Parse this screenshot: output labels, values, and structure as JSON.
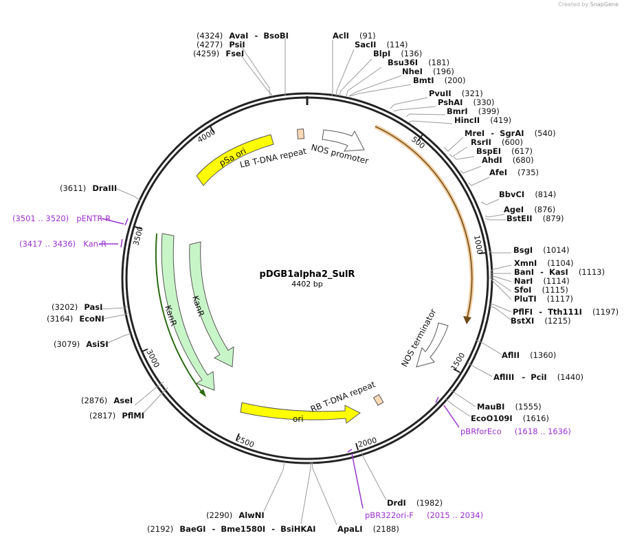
{
  "credit": {
    "prefix": "Created by",
    "brand": "SnapGene"
  },
  "plasmid": {
    "name": "pDGB1alpha2_SulR",
    "length": 4402,
    "length_label": "4402 bp"
  },
  "ticks": [
    "500",
    "1000",
    "1500",
    "2000",
    "2500",
    "3000",
    "3500",
    "4000"
  ],
  "features": [
    {
      "label": "NOS promoter",
      "type": "promoter"
    },
    {
      "label": "LB T-DNA repeat",
      "type": "repeat_region"
    },
    {
      "label": "pSa ori",
      "type": "rep_origin"
    },
    {
      "label": "NOS terminator",
      "type": "terminator"
    },
    {
      "label": "KanR",
      "type": "CDS"
    },
    {
      "label": "KanR",
      "type": "CDS"
    },
    {
      "label": "ori",
      "type": "rep_origin"
    },
    {
      "label": "RB T-DNA repeat",
      "type": "repeat_region"
    }
  ],
  "enzymes": [
    {
      "names": [
        "AvaI",
        "BsoBI"
      ],
      "pos": "(4324)"
    },
    {
      "names": [
        "PsiI"
      ],
      "pos": "(4277)"
    },
    {
      "names": [
        "FseI"
      ],
      "pos": "(4259)"
    },
    {
      "names": [
        "AclI"
      ],
      "pos": "(91)"
    },
    {
      "names": [
        "SacII"
      ],
      "pos": "(114)"
    },
    {
      "names": [
        "BlpI"
      ],
      "pos": "(136)"
    },
    {
      "names": [
        "Bsu36I"
      ],
      "pos": "(181)"
    },
    {
      "names": [
        "NheI"
      ],
      "pos": "(196)"
    },
    {
      "names": [
        "BmtI"
      ],
      "pos": "(200)"
    },
    {
      "names": [
        "PvuII"
      ],
      "pos": "(321)"
    },
    {
      "names": [
        "PshAI"
      ],
      "pos": "(330)"
    },
    {
      "names": [
        "BmrI"
      ],
      "pos": "(399)"
    },
    {
      "names": [
        "HincII"
      ],
      "pos": "(419)"
    },
    {
      "names": [
        "MreI",
        "SgrAI"
      ],
      "pos": "(540)"
    },
    {
      "names": [
        "RsrII"
      ],
      "pos": "(600)"
    },
    {
      "names": [
        "BspEI"
      ],
      "pos": "(617)"
    },
    {
      "names": [
        "AhdI"
      ],
      "pos": "(680)"
    },
    {
      "names": [
        "AfeI"
      ],
      "pos": "(735)"
    },
    {
      "names": [
        "BbvCI"
      ],
      "pos": "(814)"
    },
    {
      "names": [
        "AgeI"
      ],
      "pos": "(876)"
    },
    {
      "names": [
        "BstEII"
      ],
      "pos": "(879)"
    },
    {
      "names": [
        "BsgI"
      ],
      "pos": "(1014)"
    },
    {
      "names": [
        "XmnI"
      ],
      "pos": "(1104)"
    },
    {
      "names": [
        "BanI",
        "KasI"
      ],
      "pos": "(1113)"
    },
    {
      "names": [
        "NarI"
      ],
      "pos": "(1114)"
    },
    {
      "names": [
        "SfoI"
      ],
      "pos": "(1115)"
    },
    {
      "names": [
        "PluTI"
      ],
      "pos": "(1117)"
    },
    {
      "names": [
        "PflFI",
        "Tth111I"
      ],
      "pos": "(1197)"
    },
    {
      "names": [
        "BstXI"
      ],
      "pos": "(1215)"
    },
    {
      "names": [
        "AflII"
      ],
      "pos": "(1360)"
    },
    {
      "names": [
        "AflIII",
        "PciI"
      ],
      "pos": "(1440)"
    },
    {
      "names": [
        "MauBI"
      ],
      "pos": "(1555)"
    },
    {
      "names": [
        "EcoO109I"
      ],
      "pos": "(1616)"
    },
    {
      "names": [
        "DrdI"
      ],
      "pos": "(1982)"
    },
    {
      "names": [
        "ApaLI"
      ],
      "pos": "(2188)"
    },
    {
      "names": [
        "BaeGI",
        "Bme1580I",
        "BsiHKAI"
      ],
      "pos": "(2192)"
    },
    {
      "names": [
        "AlwNI"
      ],
      "pos": "(2290)"
    },
    {
      "names": [
        "PflMI"
      ],
      "pos": "(2817)"
    },
    {
      "names": [
        "AseI"
      ],
      "pos": "(2876)"
    },
    {
      "names": [
        "AsiSI"
      ],
      "pos": "(3079)"
    },
    {
      "names": [
        "EcoNI"
      ],
      "pos": "(3164)"
    },
    {
      "names": [
        "PasI"
      ],
      "pos": "(3202)"
    },
    {
      "names": [
        "DraIII"
      ],
      "pos": "(3611)"
    }
  ],
  "primers": [
    {
      "name": "pBRforEco",
      "range": "(1618 .. 1636)"
    },
    {
      "name": "pBR322ori-F",
      "range": "(2015 .. 2034)"
    },
    {
      "name": "pENTR-R",
      "range": "(3501 .. 3520)"
    },
    {
      "name": "Kan-R",
      "range": "(3417 .. 3436)"
    }
  ],
  "colors": {
    "backbone": "#222222",
    "origin": "#ffff00",
    "kanR": "#c8f5c8",
    "promoter_terminator": "#ffffff",
    "repeat": "#fbd9b5",
    "highlight": "#e8a34a",
    "primer": "#9b30d0"
  }
}
